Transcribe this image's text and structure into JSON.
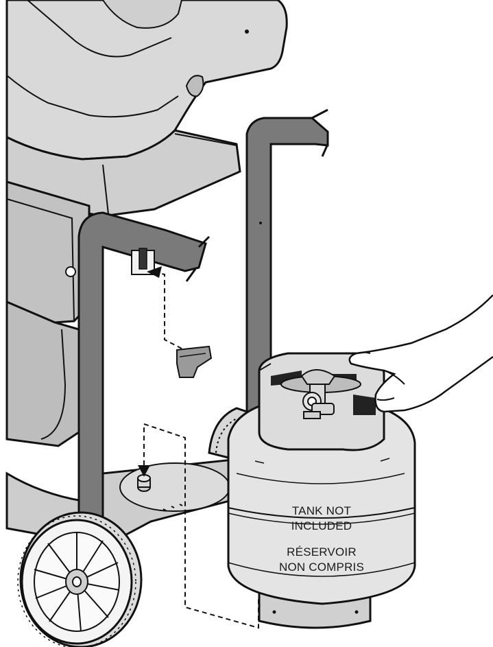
{
  "labels": {
    "tank_en_line1": "TANK NOT",
    "tank_en_line2": "INCLUDED",
    "tank_fr_line1": "RÉSERVOIR",
    "tank_fr_line2": "NON COMPRIS"
  },
  "colors": {
    "outline": "#111111",
    "cart_frame": "#777777",
    "grill_body": "#d4d4d4",
    "tank": "#e2e2e2",
    "dark_part": "#333333"
  },
  "icons": [
    "wheel-icon",
    "hand-icon",
    "tank-valve-icon",
    "arrow-icon"
  ]
}
